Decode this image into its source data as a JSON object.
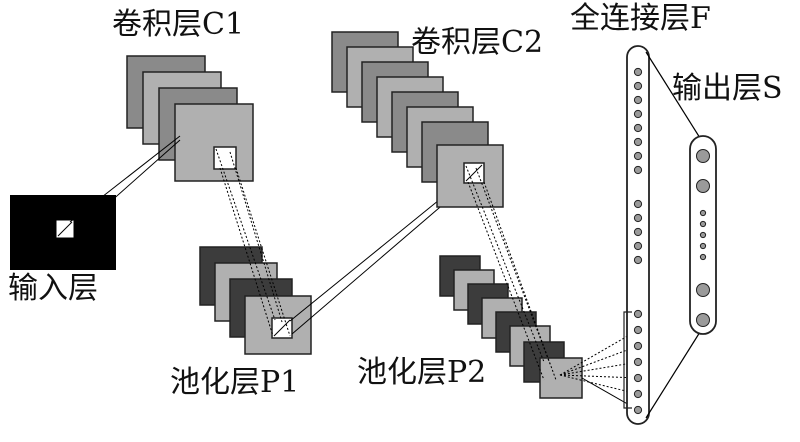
{
  "labels": {
    "conv1": "卷积层C1",
    "conv2": "卷积层C2",
    "fc": "全连接层F",
    "output": "输出层S",
    "input": "输入层",
    "pool1": "池化层P1",
    "pool2": "池化层P2"
  },
  "colors": {
    "light_gray": "#b0b0b0",
    "mid_gray": "#8a8a8a",
    "dark_gray": "#3c3c3c",
    "input_black": "#000000",
    "node_fill": "#9a9a9a"
  }
}
